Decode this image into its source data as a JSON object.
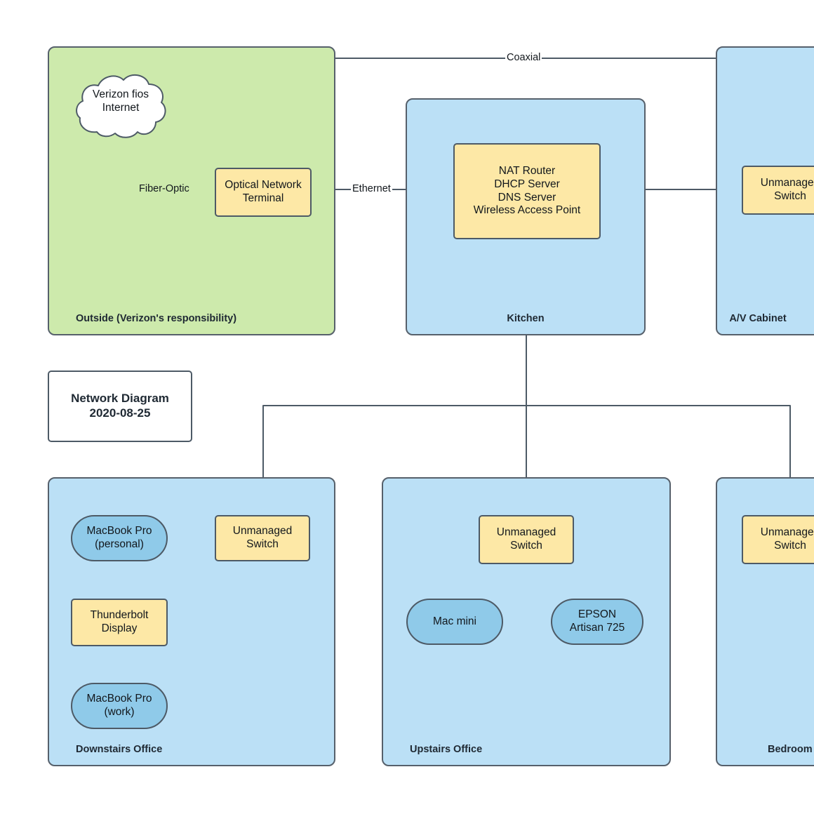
{
  "diagram": {
    "title_line1": "Network Diagram",
    "title_line2": "2020-08-25",
    "colors": {
      "background": "#ffffff",
      "zone_outside": "#cdeaac",
      "zone_room": "#bbe0f6",
      "node_equipment": "#fde8a6",
      "node_device": "#8fcae9",
      "stroke": "#4d5a66",
      "text": "#12171c"
    }
  },
  "zones": [
    {
      "id": "outside",
      "label": "Outside (Verizon's responsibility)",
      "fill": "#cdeaac"
    },
    {
      "id": "kitchen",
      "label": "Kitchen",
      "fill": "#bbe0f6"
    },
    {
      "id": "av",
      "label": "A/V Cabinet",
      "fill": "#bbe0f6"
    },
    {
      "id": "downstairs",
      "label": "Downstairs Office",
      "fill": "#bbe0f6"
    },
    {
      "id": "upstairs",
      "label": "Upstairs Office",
      "fill": "#bbe0f6"
    },
    {
      "id": "bedroom",
      "label": "Bedroom",
      "fill": "#bbe0f6"
    }
  ],
  "nodes": {
    "internet": {
      "label": "Verizon fios\nInternet",
      "line1": "Verizon fios",
      "line2": "Internet",
      "shape": "cloud",
      "zone": "outside"
    },
    "ont": {
      "line1": "Optical Network",
      "line2": "Terminal",
      "shape": "process",
      "zone": "outside"
    },
    "router": {
      "line1": "NAT Router",
      "line2": "DHCP Server",
      "line3": "DNS Server",
      "line4": "Wireless Access Point",
      "shape": "process",
      "zone": "kitchen"
    },
    "switch_av": {
      "line1": "Unmanaged",
      "line2": "Switch",
      "shape": "process",
      "zone": "av"
    },
    "switch_down": {
      "line1": "Unmanaged",
      "line2": "Switch",
      "shape": "process",
      "zone": "downstairs"
    },
    "switch_up": {
      "line1": "Unmanaged",
      "line2": "Switch",
      "shape": "process",
      "zone": "upstairs"
    },
    "switch_bed": {
      "line1": "Unmanaged",
      "line2": "Switch",
      "shape": "process",
      "zone": "bedroom"
    },
    "mbp_personal": {
      "line1": "MacBook Pro",
      "line2": "(personal)",
      "shape": "terminator",
      "zone": "downstairs"
    },
    "thunderbolt": {
      "line1": "Thunderbolt",
      "line2": "Display",
      "shape": "process",
      "zone": "downstairs"
    },
    "mbp_work": {
      "line1": "MacBook Pro",
      "line2": "(work)",
      "shape": "terminator",
      "zone": "downstairs"
    },
    "mac_mini": {
      "line1": "Mac mini",
      "line2": "",
      "shape": "terminator",
      "zone": "upstairs"
    },
    "epson": {
      "line1": "EPSON",
      "line2": "Artisan 725",
      "shape": "terminator",
      "zone": "upstairs"
    }
  },
  "edges": [
    {
      "from": "ont",
      "to": "internet",
      "label": "Fiber-Optic",
      "arrows": "one-way"
    },
    {
      "from": "ont",
      "to": "router",
      "label": "Ethernet",
      "arrows": "two-way"
    },
    {
      "from": "ont",
      "to": "switch_av",
      "label": "Coaxial",
      "arrows": "one-way"
    },
    {
      "from": "switch_av",
      "to": "router",
      "label": "",
      "arrows": "two-way"
    },
    {
      "from": "router",
      "to": "switch_down",
      "label": "",
      "arrows": "one-way"
    },
    {
      "from": "router",
      "to": "switch_up",
      "label": "",
      "arrows": "one-way"
    },
    {
      "from": "router",
      "to": "switch_bed",
      "label": "",
      "arrows": "one-way"
    },
    {
      "from": "mbp_personal",
      "to": "switch_down",
      "label": "",
      "arrows": "two-way"
    },
    {
      "from": "mbp_personal",
      "to": "thunderbolt",
      "label": "",
      "arrows": "one-way"
    },
    {
      "from": "thunderbolt",
      "to": "mbp_work",
      "label": "",
      "arrows": "two-way"
    },
    {
      "from": "mac_mini",
      "to": "switch_up",
      "label": "",
      "arrows": "two-way"
    },
    {
      "from": "mac_mini",
      "to": "epson",
      "label": "",
      "arrows": "two-way"
    }
  ],
  "labels": {
    "coaxial": "Coaxial",
    "ethernet": "Ethernet",
    "fiber_optic": "Fiber-Optic"
  }
}
